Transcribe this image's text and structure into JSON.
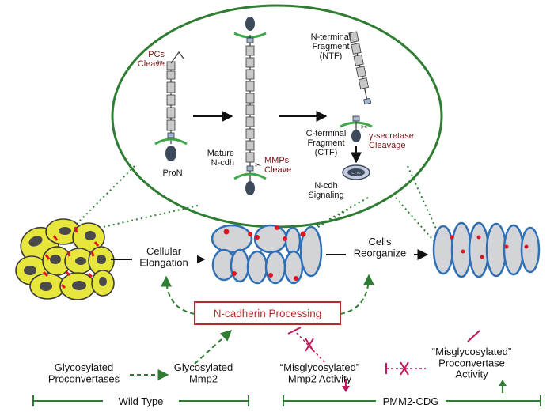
{
  "colors": {
    "cell_yellow": "#e6e63c",
    "cell_outline_dark": "#3a3a3a",
    "nucleus": "#4a4a4a",
    "junction_red": "#e0141e",
    "cell_blue": "#2e6fb5",
    "cell_grey": "#d2d4d8",
    "membrane_green": "#3fa64a",
    "dashed_green": "#2e7d32",
    "label_maroon": "#7a1515",
    "inhibit_pink": "#c2185b",
    "box_red": "#b52a2a",
    "bar_green": "#2e7d32",
    "domain_grey": "#c8c8c8",
    "cyto_dark": "#3c4a5c"
  },
  "zoom": {
    "pcs_cleave": "PCs\nCleave",
    "pron": "ProN",
    "mature_ncdh": "Mature\nN-cdh",
    "mmps_cleave": "MMPs\nCleave",
    "ntf": "N-terminal\nFragment\n(NTF)",
    "ctf": "C-terminal\nFragment\n(CTF)",
    "gamma_secretase": "γ-secretase\nCleavage",
    "ncdh_signaling": "N-cdh\nSignaling",
    "cyto": "CYTO"
  },
  "cells": {
    "cellular_elongation": "Cellular\nElongation",
    "cells_reorganize": "Cells\nReorganize"
  },
  "processing_box": "N-cadherin Processing",
  "wild_type": {
    "glyco_proconvertases": "Glycosylated\nProconvertases",
    "glyco_mmp2": "Glycosylated\nMmp2",
    "label": "Wild Type"
  },
  "pmm2": {
    "misglyco_mmp2": "“Misglycosylated”\nMmp2 Activity",
    "misglyco_proconvertase": "“Misglycosylated”\nProconvertase\nActivity",
    "label": "PMM2-CDG"
  }
}
